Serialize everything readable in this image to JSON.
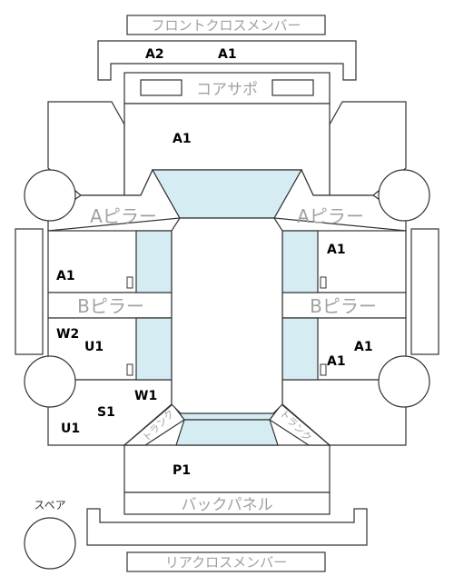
{
  "labels": {
    "front_cross_member": "フロントクロスメンバー",
    "core_support": "コアサポ",
    "a_pillar_left": "Aピラー",
    "a_pillar_right": "Aピラー",
    "b_pillar_left": "Bピラー",
    "b_pillar_right": "Bピラー",
    "trunk_left": "トランク",
    "trunk_right": "トランク",
    "back_panel": "バックパネル",
    "rear_cross_member": "リアクロスメンバー",
    "spare": "スペア"
  },
  "codes": {
    "front_member_a2": "A2",
    "front_member_a1": "A1",
    "hood_area": "A1",
    "right_front_door": "A1",
    "left_front_door": "A1",
    "left_w2": "W2",
    "left_u1_upper": "U1",
    "left_w1": "W1",
    "left_s1": "S1",
    "left_u1_lower": "U1",
    "right_rear_a1_outer": "A1",
    "right_rear_a1_inner": "A1",
    "trunk_p1": "P1"
  },
  "colors": {
    "outline": "#333333",
    "glass": "#d4ecf2",
    "label_gray": "#a0a0a0",
    "code_text": "#000000"
  }
}
